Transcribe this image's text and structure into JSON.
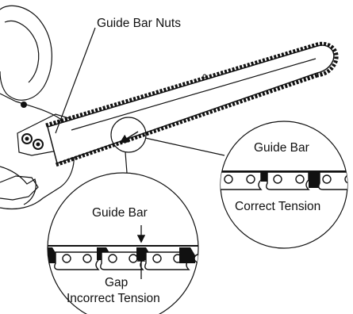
{
  "labels": {
    "guide_bar_nuts": "Guide Bar Nuts",
    "guide_bar_right": "Guide Bar",
    "correct_tension": "Correct Tension",
    "guide_bar_left": "Guide Bar",
    "gap": "Gap",
    "incorrect_tension": "Incorrect Tension"
  },
  "colors": {
    "ink": "#111111",
    "background": "#ffffff"
  }
}
